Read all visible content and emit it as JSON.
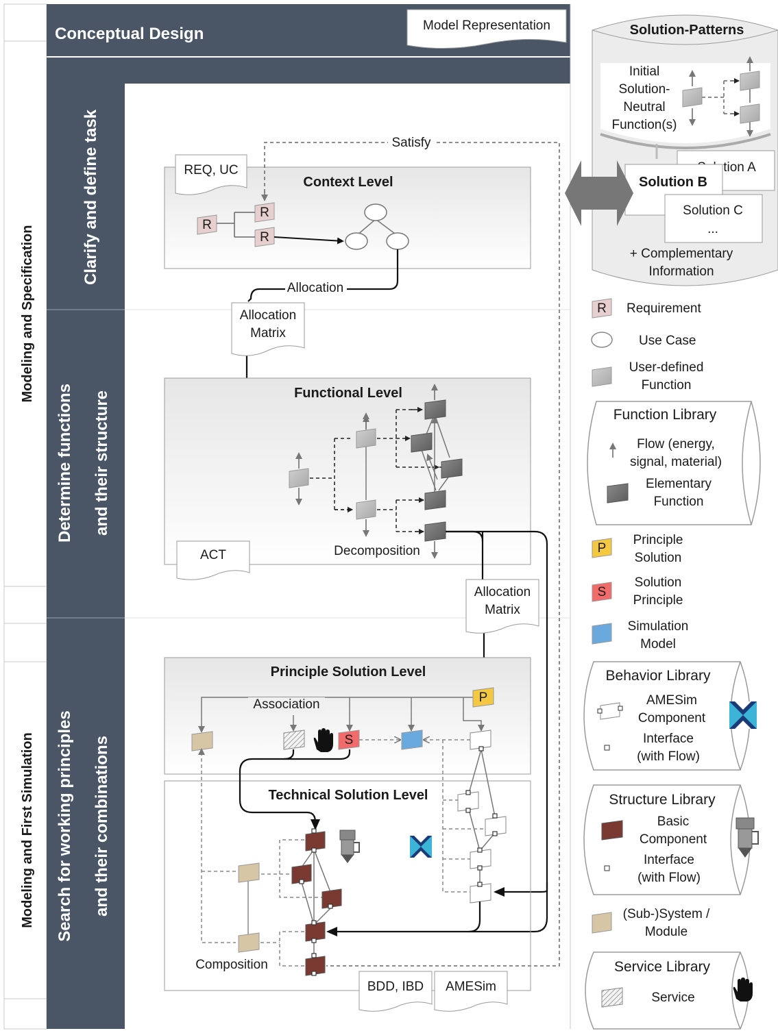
{
  "header": {
    "title": "Conceptual Design",
    "model_representation": "Model Representation"
  },
  "left_bars": {
    "top": "Modeling and Specification",
    "bottom": "Modeling and First Simulation"
  },
  "phases": {
    "clarify": "Clarify and define task",
    "determine_1": "Determine functions",
    "determine_2": "and their structure",
    "search_1": "Search for working principles",
    "search_2": "and their combinations"
  },
  "levels": {
    "context": "Context Level",
    "functional": "Functional Level",
    "principle": "Principle Solution Level",
    "technical": "Technical Solution Level"
  },
  "docs": {
    "req_uc": "REQ, UC",
    "allocation_matrix_1a": "Allocation",
    "allocation_matrix_1b": "Matrix",
    "act": "ACT",
    "allocation_matrix_2a": "Allocation",
    "allocation_matrix_2b": "Matrix",
    "bdd_ibd": "BDD, IBD",
    "amesim": "AMESim"
  },
  "labels": {
    "satisfy": "Satisfy",
    "allocation": "Allocation",
    "decomposition": "Decomposition",
    "association": "Association",
    "composition": "Composition",
    "r": "R",
    "p": "P",
    "s": "S"
  },
  "solution_patterns": {
    "title": "Solution-Patterns",
    "initial_1": "Initial",
    "initial_2": "Solution-",
    "initial_3": "Neutral",
    "initial_4": "Function(s)",
    "solution_a": "Solution A",
    "solution_b": "Solution B",
    "solution_c": "Solution C",
    "ellipsis": "...",
    "complementary_1": "+ Complementary",
    "complementary_2": "Information"
  },
  "legend": {
    "requirement": "Requirement",
    "use_case": "Use Case",
    "udf_1": "User-defined",
    "udf_2": "Function",
    "function_library": "Function Library",
    "flow_1": "Flow (energy,",
    "flow_2": "signal, material)",
    "elem_1": "Elementary",
    "elem_2": "Function",
    "ps_1": "Principle",
    "ps_2": "Solution",
    "sp_1": "Solution",
    "sp_2": "Principle",
    "sim_1": "Simulation",
    "sim_2": "Model",
    "behavior_library": "Behavior Library",
    "ames_1": "AMESim",
    "ames_2": "Component",
    "iface_1": "Interface",
    "iface_2": "(with Flow)",
    "structure_library": "Structure Library",
    "basic_1": "Basic",
    "basic_2": "Component",
    "iface2_1": "Interface",
    "iface2_2": "(with Flow)",
    "subsys_1": "(Sub-)System /",
    "subsys_2": "Module",
    "service_library": "Service Library",
    "service": "Service"
  },
  "colors": {
    "header_bg": "#4a5666",
    "requirement": "#e8cfcf",
    "user_function": "#bcbcbc",
    "elementary_function": "#7a7a7a",
    "principle_solution": "#f5c842",
    "solution_principle": "#f26b6b",
    "simulation_model": "#6aa9dd",
    "basic_component": "#7a3a32",
    "subsystem": "#d6c6a6"
  }
}
